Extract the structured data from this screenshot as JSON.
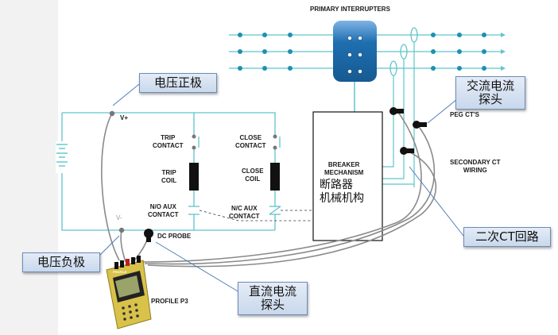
{
  "title": "PRIMARY INTERRUPTERS",
  "circuit": {
    "v_plus": "V+",
    "v_minus": "V-",
    "trip_contact": "TRIP\nCONTACT",
    "trip_coil": "TRIP\nCOIL",
    "close_contact": "CLOSE\nCONTACT",
    "close_coil": "CLOSE\nCOIL",
    "no_aux_1": "N/O AUX\nCONTACT",
    "nc_aux": "N/C AUX\nCONTACT",
    "dc_probe": "DC PROBE",
    "breaker": "BREAKER\nMECHANISM",
    "breaker_zh": "断路器\n机械机构",
    "peg_cts": "PEG CT'S",
    "secondary_ct": "SECONDARY CT\nWIRING",
    "instrument": "PROFILE P3",
    "device_brand": "PROFILE"
  },
  "callouts": {
    "voltage_positive": "电压正极",
    "voltage_negative": "电压负极",
    "ac_probe": "交流电流\n探头",
    "dc_probe": "直流电流\n探头",
    "secondary_ct_circuit": "二次CT回路"
  },
  "colors": {
    "wire": "#5fc4cc",
    "bus_dot": "#1f8fb3",
    "interrupter": "#1f6fb0",
    "probe_cable": "#8a8a8a",
    "callout_fill": "#d6e2f2",
    "instrument_body": "#d8c24a"
  }
}
